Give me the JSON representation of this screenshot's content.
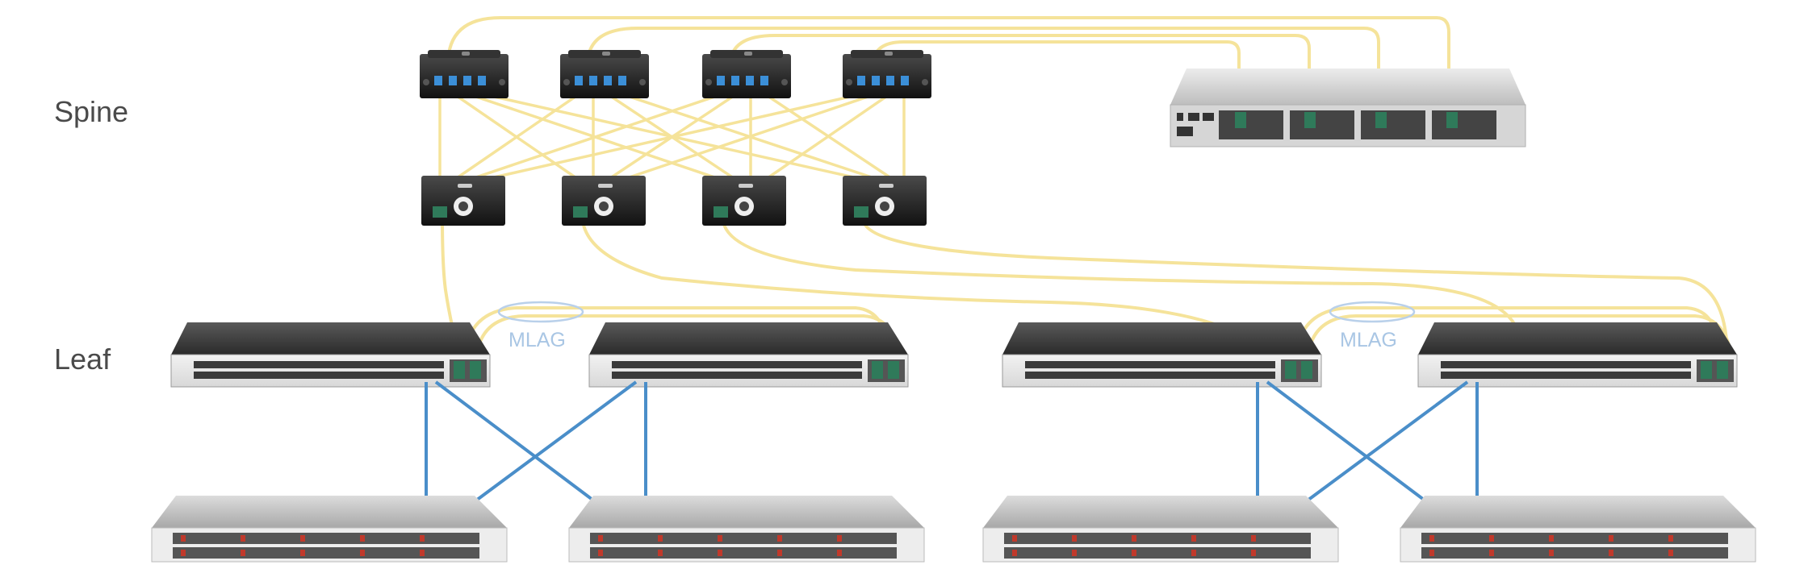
{
  "diagram": {
    "tiers": {
      "spine": "Spine",
      "leaf": "Leaf"
    },
    "mlag_groups": [
      {
        "label": "MLAG"
      },
      {
        "label": "MLAG"
      }
    ],
    "colors": {
      "fiber": "#f5e39a",
      "copper": "#4a8ec9",
      "mlag_ring": "#b9d0ea",
      "label": "#4a4a4a"
    },
    "icons": {
      "spine_switch": "rack-switch-icon",
      "leaf_switch": "ethernet-switch-icon",
      "server": "rack-server-icon",
      "breakout_cassette": "mpo-cassette-icon",
      "fan_out_module": "fiber-module-icon"
    }
  }
}
